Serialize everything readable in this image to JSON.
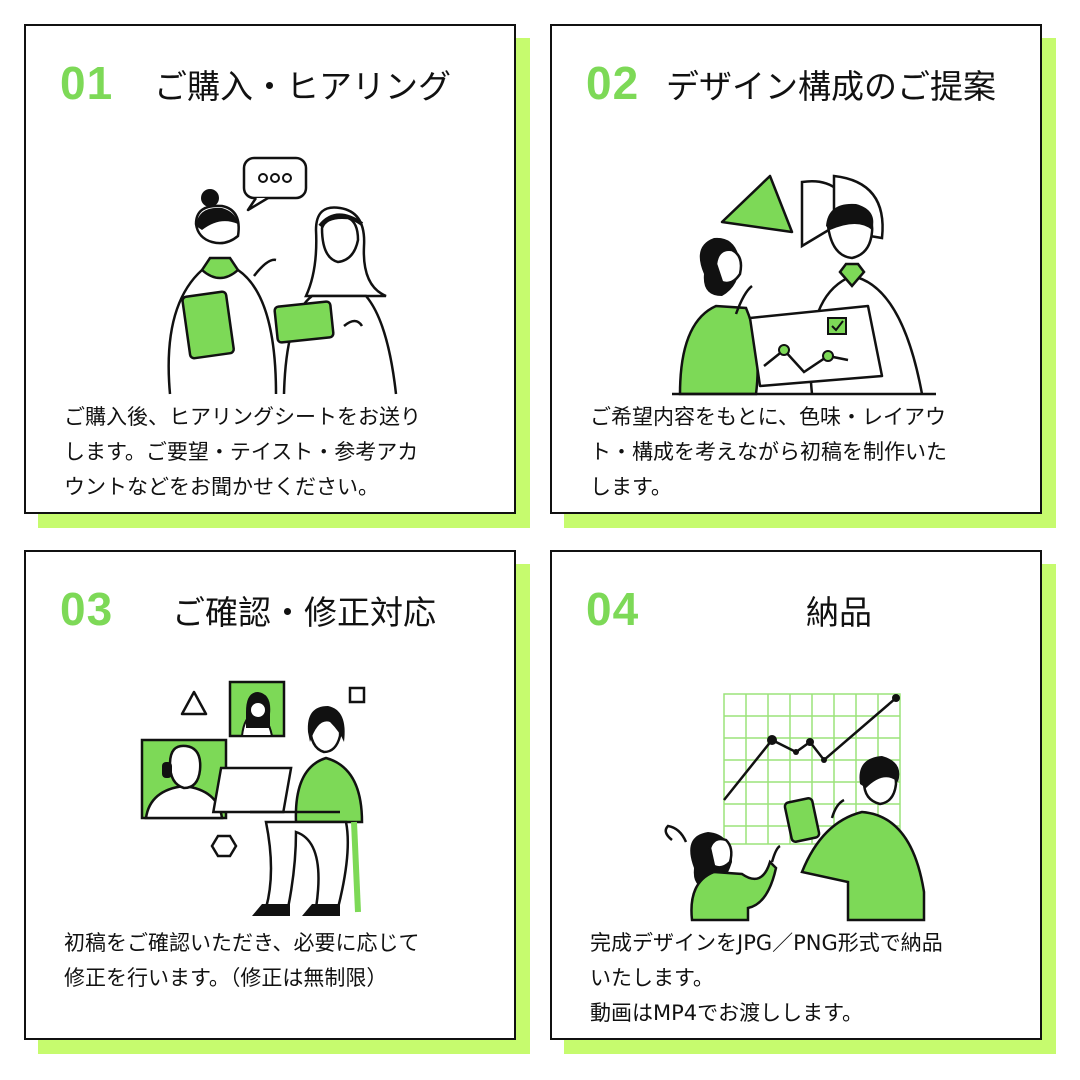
{
  "accent_color": "#7dd957",
  "shadow_color": "#c6fb6e",
  "steps": [
    {
      "number": "01",
      "title": "ご購入・ヒアリング",
      "description": [
        "ご購入後、ヒアリングシートをお送り",
        "します。ご要望・テイスト・参考アカ",
        "ウントなどをお聞かせください。"
      ],
      "illustration": "two-women-tablets-chat-bubble"
    },
    {
      "number": "02",
      "title": "デザイン構成のご提案",
      "description": [
        "ご希望内容をもとに、色味・レイアウ",
        "ト・構成を考えながら初稿を制作いた",
        "します。"
      ],
      "illustration": "woman-man-chart-presentation"
    },
    {
      "number": "03",
      "title": "ご確認・修正対応",
      "description": [
        "初稿をご確認いただき、必要に応じて",
        "修正を行います。（修正は無制限）"
      ],
      "illustration": "woman-laptop-video-call"
    },
    {
      "number": "04",
      "title": "納品",
      "description": [
        "完成デザインをJPG／PNG形式で納品",
        "いたします。",
        "動画はMP4でお渡しします。"
      ],
      "illustration": "people-growth-graph"
    }
  ]
}
